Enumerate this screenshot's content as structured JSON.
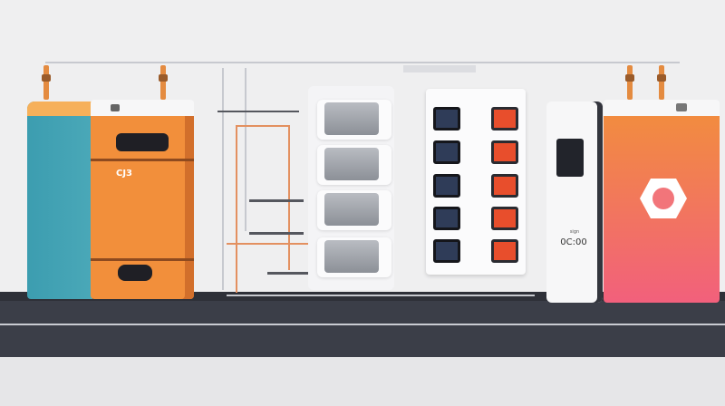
{
  "scene": {
    "left_cabinet_label": "CJ3",
    "right_display_small": "sign",
    "right_display_value": "0C:00",
    "colors": {
      "teal": "#3c9db0",
      "orange": "#f28f3b",
      "floor": "#3b3e48",
      "switch_red": "#e84e2c",
      "gradient_pink": "#f2607c"
    }
  }
}
